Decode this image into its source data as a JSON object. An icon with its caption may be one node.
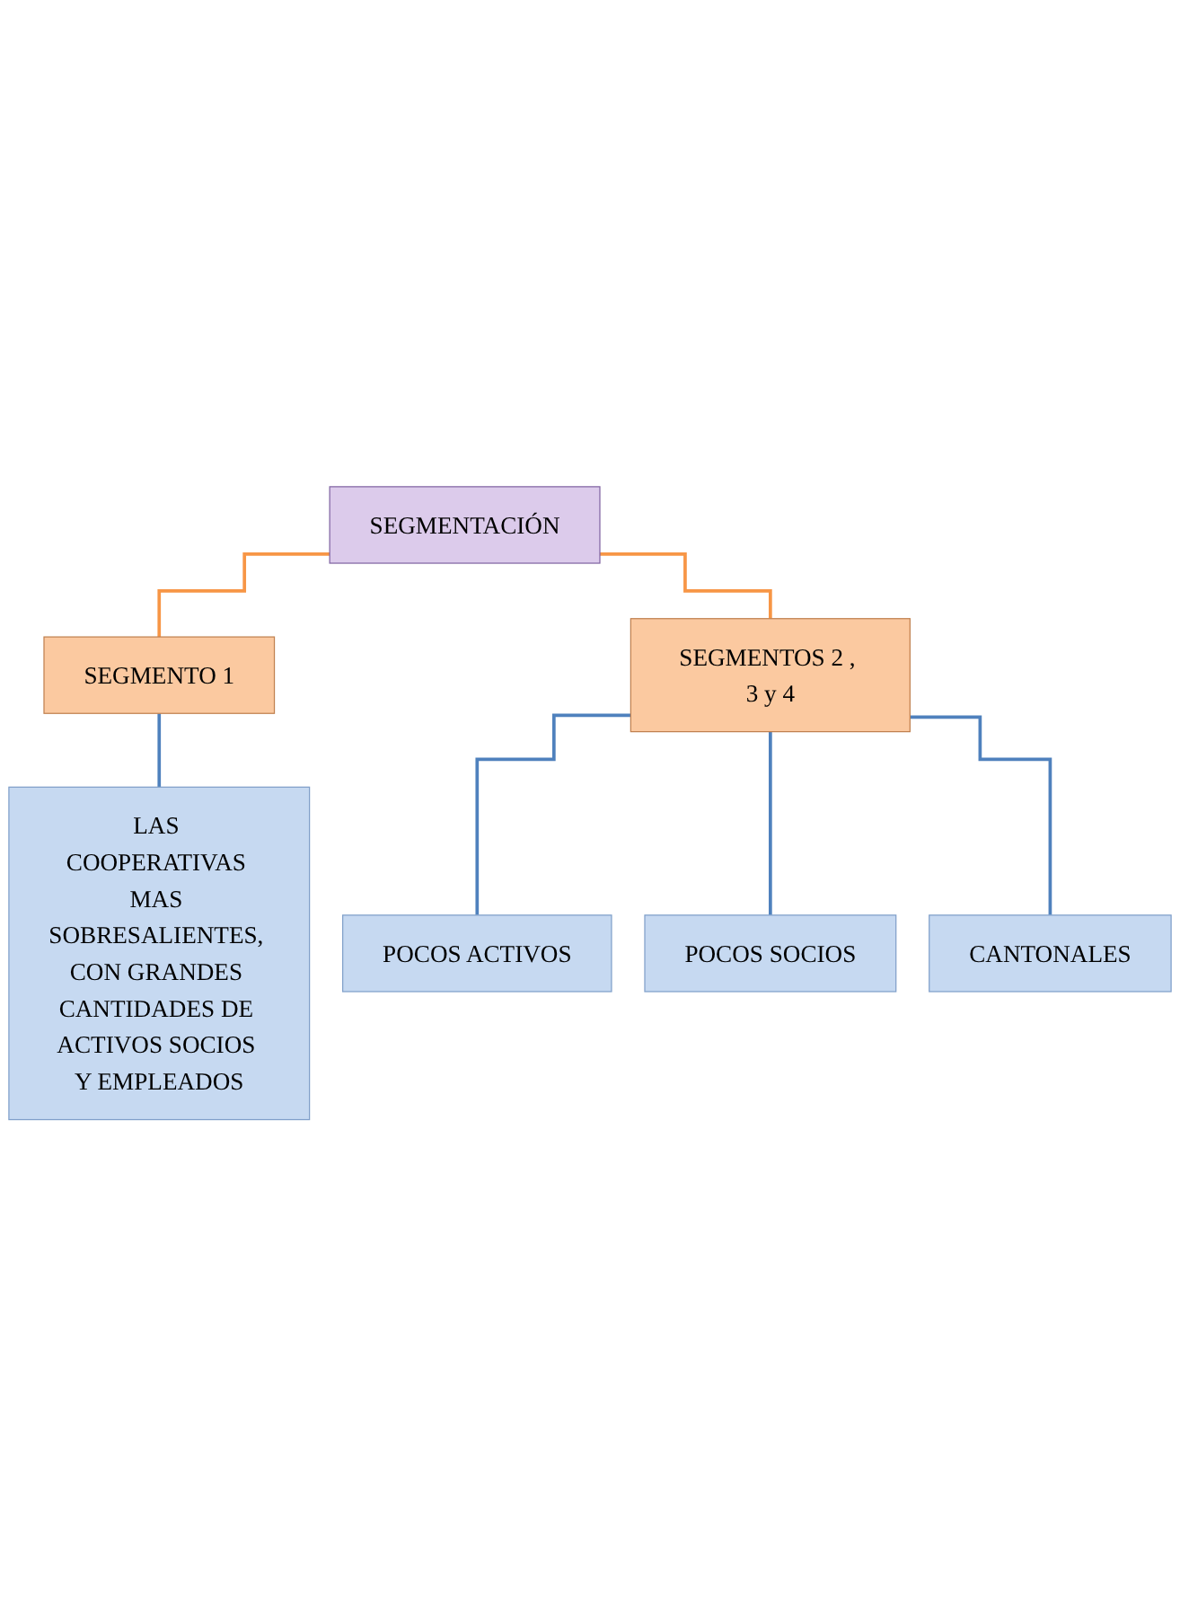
{
  "diagram": {
    "nodes": [
      {
        "text": [
          "SEGMENTACIÓN"
        ]
      },
      {
        "text": [
          "SEGMENTO 1"
        ]
      },
      {
        "text": [
          "SEGMENTOS 2 , 3 y 4"
        ]
      },
      {
        "text": [
          "LAS COOPERATIVAS MAS SOBRESALIENTES, CON GRANDES CANTIDADES DE ACTIVOS SOCIOS Y EMPLEADOS"
        ]
      },
      {
        "text": [
          "POCOS ACTIVOS"
        ]
      },
      {
        "text": [
          "POCOS SOCIOS"
        ]
      },
      {
        "text": [
          "CANTONALES"
        ]
      }
    ],
    "edges": [
      {
        "from": 0,
        "to": 1,
        "arrow": "none",
        "color": "#f79646"
      },
      {
        "from": 0,
        "to": 2,
        "arrow": "none",
        "color": "#f79646"
      },
      {
        "from": 1,
        "to": 3,
        "arrow": "none"
      },
      {
        "from": 2,
        "to": 4,
        "arrow": "none"
      },
      {
        "from": 2,
        "to": 5,
        "arrow": "none"
      },
      {
        "from": 2,
        "to": 6,
        "arrow": "none"
      }
    ]
  }
}
